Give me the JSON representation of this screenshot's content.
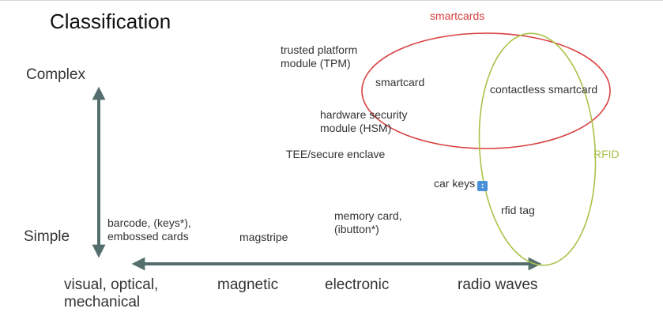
{
  "title": "Classification",
  "y_axis": {
    "top_label": "Complex",
    "bottom_label": "Simple"
  },
  "x_axis": {
    "categories": [
      "visual, optical,\nmechanical",
      "magnetic",
      "electronic",
      "radio waves"
    ]
  },
  "sets": {
    "smartcards": {
      "label": "smartcards",
      "color": "#d94040"
    },
    "rfid": {
      "label": "RFID",
      "color": "#a8c34a"
    }
  },
  "items": {
    "tpm": "trusted platform\nmodule (TPM)",
    "smartcard": "smartcard",
    "contactless": "contactless smartcard",
    "hsm": "hardware security\nmodule (HSM)",
    "tee": "TEE/secure enclave",
    "car_keys": "car keys",
    "car_keys_icon": "up-down-arrow-icon",
    "barcode": "barcode, (keys*),\nembossed cards",
    "magstripe": "magstripe",
    "memory_card": "memory card,\n(ibutton*)",
    "rfid_tag": "rfid tag"
  },
  "colors": {
    "axis": "#546e6e"
  }
}
